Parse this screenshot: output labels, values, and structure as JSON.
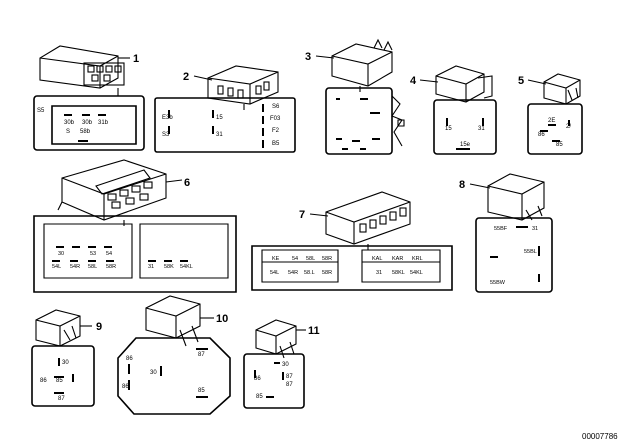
{
  "parts": [
    {
      "number": "1",
      "pins": [
        "S5",
        "30b",
        "30b",
        "31b",
        "58b",
        "S"
      ]
    },
    {
      "number": "2",
      "pins": [
        "E3b",
        "S3",
        "15",
        "31",
        "S6",
        "F03",
        "F2",
        "B5"
      ]
    },
    {
      "number": "3",
      "pins": []
    },
    {
      "number": "4",
      "pins": [
        "15",
        "31",
        "15e"
      ]
    },
    {
      "number": "5",
      "pins": [
        "2E",
        "2/",
        "86",
        "85"
      ]
    },
    {
      "number": "6",
      "pins": [
        "30",
        "53",
        "54",
        "54L",
        "54R",
        "58L",
        "58R",
        "31",
        "58K",
        "54KL"
      ]
    },
    {
      "number": "7",
      "pins": [
        "KE",
        "54",
        "58L",
        "58R",
        "54L",
        "54R",
        "58.L",
        "58R",
        "KAL",
        "KAR",
        "KRL",
        "31",
        "58KL",
        "54KL"
      ]
    },
    {
      "number": "8",
      "pins": [
        "55BF",
        "31",
        "55BL",
        "55BW"
      ]
    },
    {
      "number": "9",
      "pins": [
        "30",
        "85",
        "87",
        "86"
      ]
    },
    {
      "number": "10",
      "pins": [
        "86",
        "87",
        "30",
        "86",
        "85"
      ]
    },
    {
      "number": "11",
      "pins": [
        "30",
        "86",
        "87",
        "87",
        "85"
      ]
    }
  ],
  "doc_code": "00007786"
}
